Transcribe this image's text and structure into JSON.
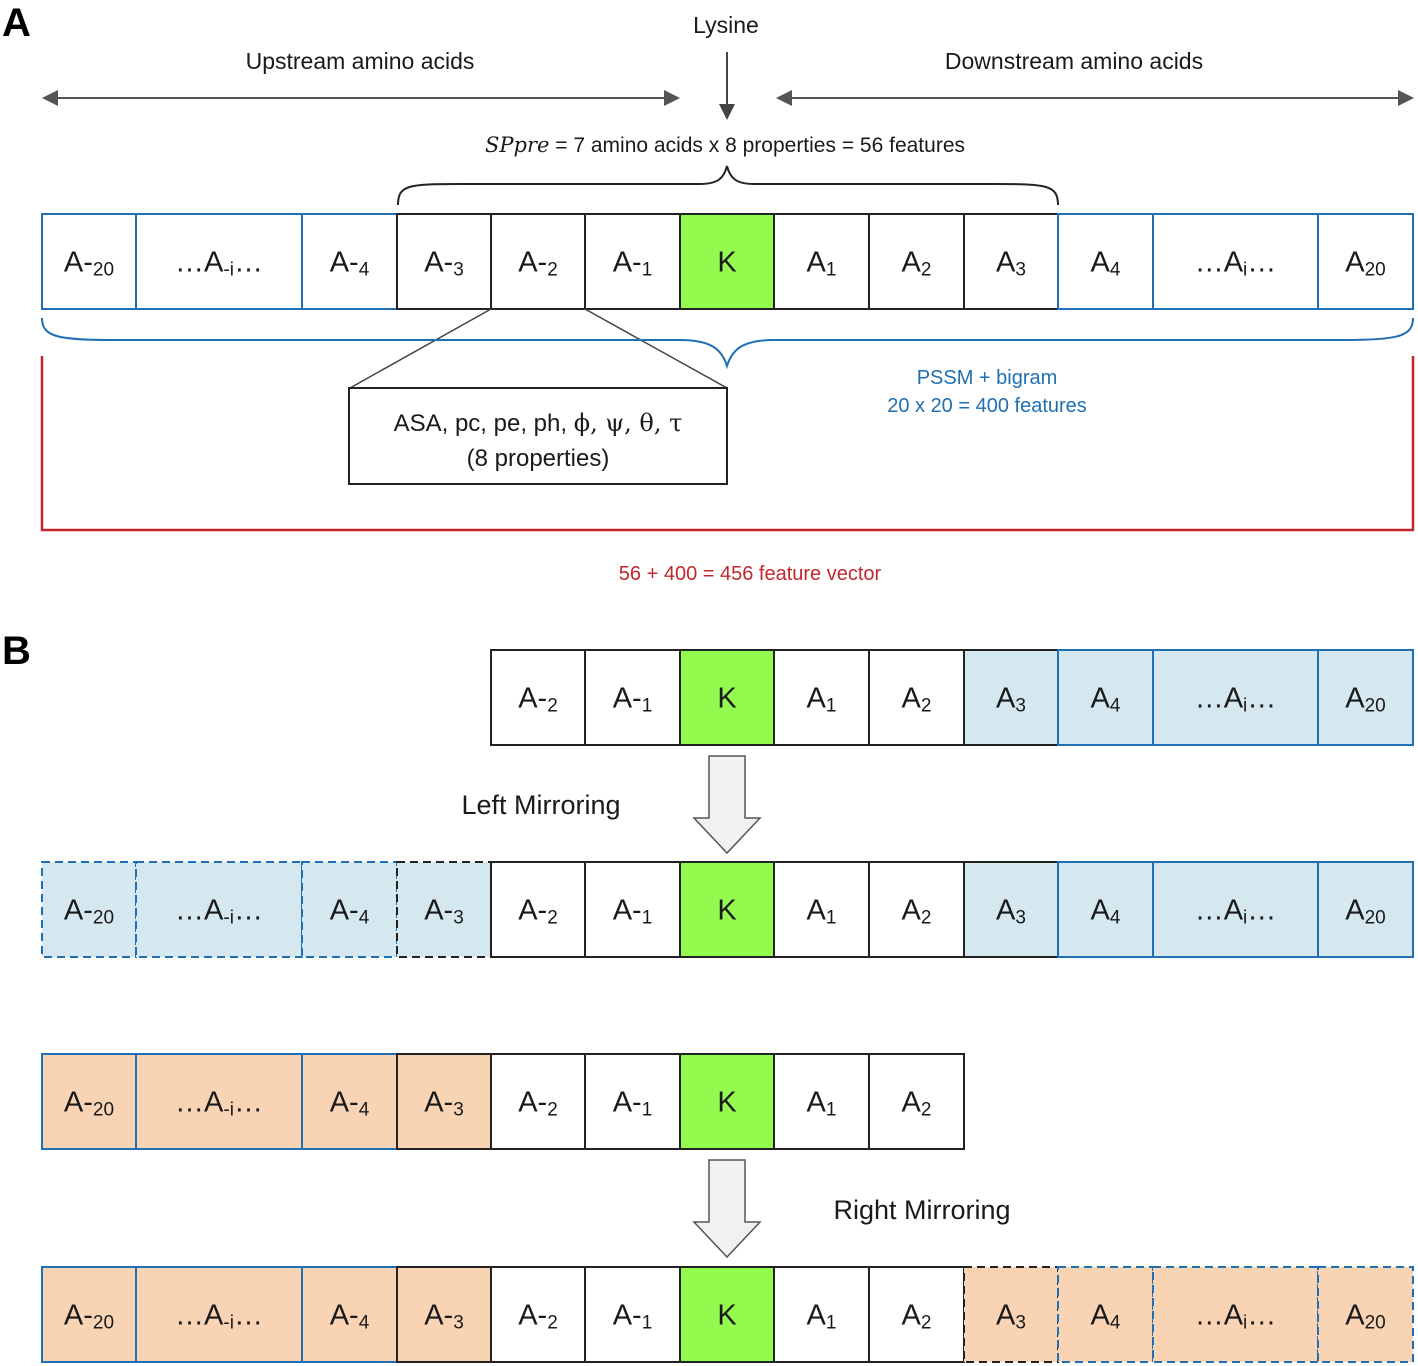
{
  "panel_a": {
    "label": "A",
    "lysine_label": "Lysine",
    "upstream_label": "Upstream amino acids",
    "downstream_label": "Downstream amino acids",
    "sppre_symbol": "SPpre",
    "sppre_text": " = 7 amino acids x 8 properties = 56 features",
    "properties_line1_text": "ASA, pc, pe, ph, ",
    "properties_greek": "ϕ, ψ, θ, τ",
    "properties_line2": "(8 properties)",
    "pssm_line1": "PSSM + bigram",
    "pssm_line2": "20 x 20 = 400 features",
    "feature_vector": "56 + 400 = 456 feature vector",
    "colors": {
      "pssm": "#1f6fb2",
      "feature_vector": "#c0282d",
      "lysine": "#92fb4d"
    }
  },
  "panel_b": {
    "label": "B",
    "left_mirroring": "Left Mirroring",
    "right_mirroring": "Right Mirroring",
    "colors": {
      "mirror_left": "#d5e8f0",
      "mirror_right": "#f9d4b4"
    }
  },
  "cells": {
    "a20m": {
      "main": "A-",
      "sub": "20"
    },
    "aim": {
      "main": "…A",
      "sub": "-i",
      "tail": "…"
    },
    "a4m": {
      "main": "A-",
      "sub": "4"
    },
    "a3m": {
      "main": "A-",
      "sub": "3"
    },
    "a2m": {
      "main": "A-",
      "sub": "2"
    },
    "a1m": {
      "main": "A-",
      "sub": "1"
    },
    "k": {
      "main": "K"
    },
    "a1": {
      "main": "A",
      "sub": "1"
    },
    "a2": {
      "main": "A",
      "sub": "2"
    },
    "a3": {
      "main": "A",
      "sub": "3"
    },
    "a4": {
      "main": "A",
      "sub": "4"
    },
    "ai": {
      "main": "…A",
      "sub": "i",
      "tail": "…"
    },
    "a20": {
      "main": "A",
      "sub": "20"
    }
  }
}
